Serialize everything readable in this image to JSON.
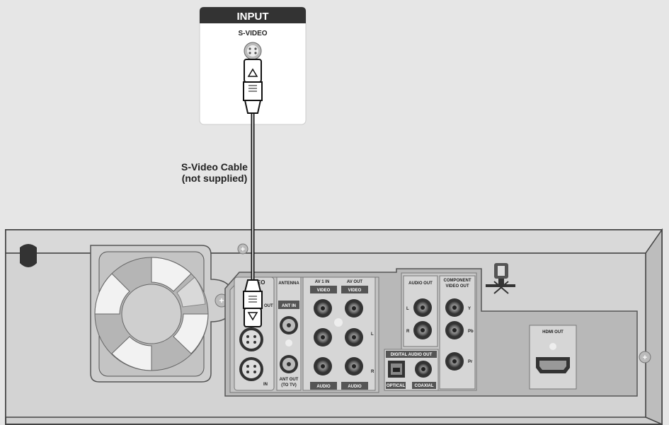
{
  "tv_input_panel": {
    "title": "INPUT",
    "jack_label": "S-VIDEO"
  },
  "cable_label": {
    "line1": "S-Video Cable",
    "line2": "(not supplied)"
  },
  "device_panel": {
    "s_video_label": "VIDEO",
    "out_label": "OUT",
    "in_label": "IN",
    "antenna_label": "ANTENNA",
    "ant_in_label": "ANT IN",
    "ant_out_label_1": "ANT OUT",
    "ant_out_label_2": "(TO TV)",
    "av1_in_label": "AV 1 IN",
    "av_out_label": "AV OUT",
    "video_label_1": "VIDEO",
    "video_label_2": "VIDEO",
    "audio_label_1": "AUDIO",
    "audio_label_2": "AUDIO",
    "left_label": "L",
    "right_label": "R",
    "audio_out_label": "AUDIO OUT",
    "component_label_1": "COMPONENT",
    "component_label_2": "VIDEO OUT",
    "digital_audio_out_label": "DIGITAL AUDIO OUT",
    "optical_label": "OPTICAL",
    "coaxial_label": "COAXIAL",
    "hdmi_out_label": "HDMI OUT",
    "comp_y": "Y",
    "comp_pb": "Pb",
    "comp_pr": "Pr",
    "ao_l": "L",
    "ao_r": "R"
  }
}
